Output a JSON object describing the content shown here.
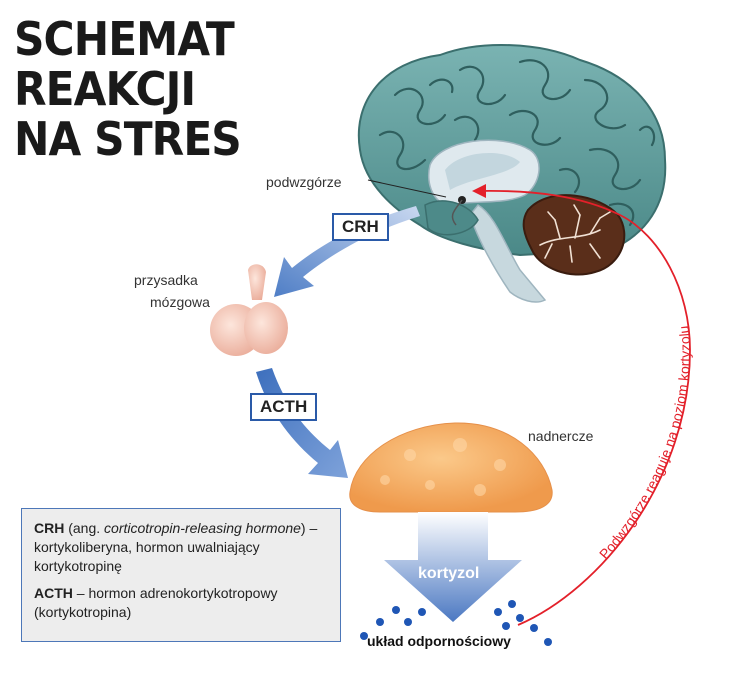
{
  "title": [
    "SCHEMAT",
    "REAKCJI",
    "NA STRES"
  ],
  "labels": {
    "hypothalamus": "podwzgórze",
    "pituitary_line1": "przysadka",
    "pituitary_line2": "mózgowa",
    "adrenal": "nadnercze",
    "crh": "CRH",
    "acth": "ACTH",
    "cortisol": "kortyzol",
    "immune": "układ odpornościowy",
    "feedback": "Podwzgórze reaguje na poziom kortyzolu"
  },
  "legend": {
    "crh_term": "CRH",
    "crh_open": " (ang. ",
    "crh_italic": "corticotropin-releasing hormone",
    "crh_rest": ") – kortykoliberyna, hormon uwalniający kortykotropinę",
    "acth_term": "ACTH",
    "acth_rest": " – hormon adrenokortykotropowy (kortykotropina)"
  },
  "colors": {
    "brain": "#5e9b9a",
    "arrow_blue": "#5b86c8",
    "feedback_red": "#e3202a",
    "adrenal": "#f4a85a",
    "pituitary": "#f2c2b2",
    "dot_blue": "#1f56b5"
  }
}
